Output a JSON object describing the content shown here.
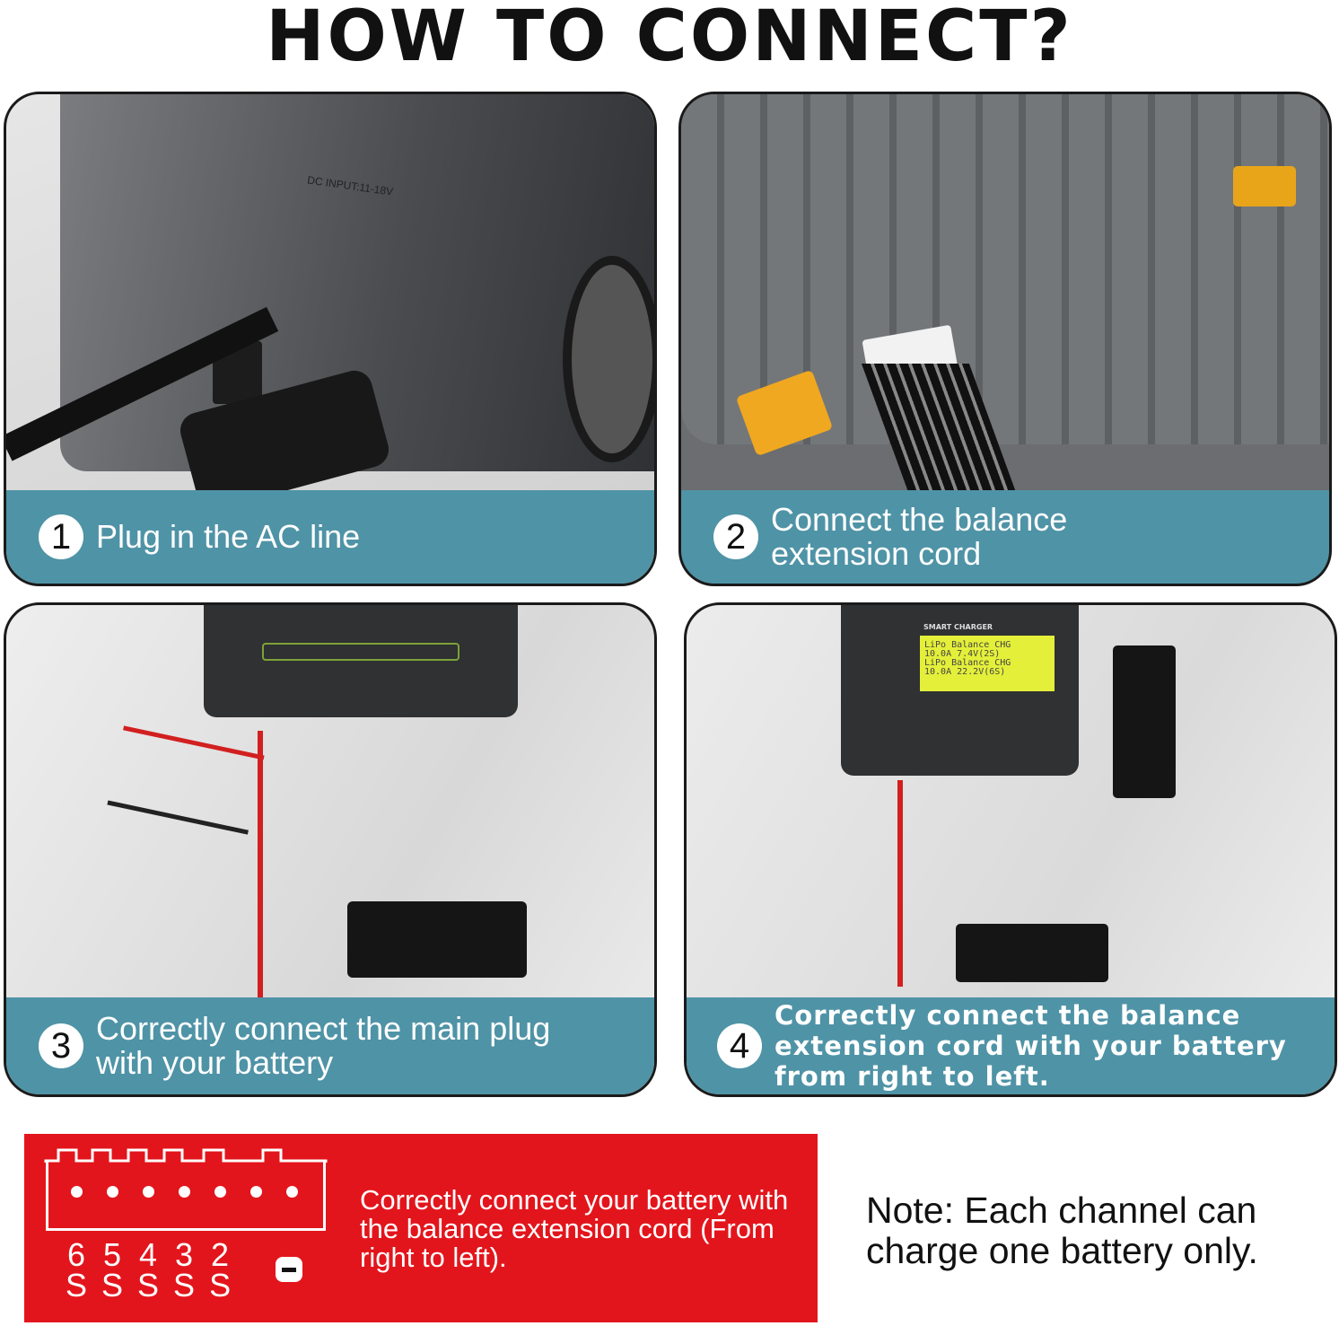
{
  "title": "HOW TO CONNECT?",
  "steps": [
    {
      "number": "1",
      "caption": "Plug in the AC line"
    },
    {
      "number": "2",
      "caption": "Connect the balance extension cord"
    },
    {
      "number": "3",
      "caption": "Correctly connect the main plug with your battery"
    },
    {
      "number": "4",
      "caption": "Correctly connect the balance extension cord with your battery from right to left."
    }
  ],
  "photo_labels": {
    "dc_input": "DC INPUT:11-18V",
    "lcd_title": "SMART CHARGER",
    "lcd_lines": [
      "LiPo Balance CHG",
      "10.0A   7.4V(2S)",
      "LiPo Balance CHG",
      "10.0A  22.2V(6S)"
    ]
  },
  "balance": {
    "pins": [
      {
        "n": "6",
        "s": "S"
      },
      {
        "n": "5",
        "s": "S"
      },
      {
        "n": "4",
        "s": "S"
      },
      {
        "n": "3",
        "s": "S"
      },
      {
        "n": "2",
        "s": "S"
      }
    ],
    "text": "Correctly connect your battery with the balance extension cord (From right to left)."
  },
  "note": "Note: Each channel can charge one battery only.",
  "colors": {
    "caption_bg": "#4f93a6",
    "red": "#e3151c"
  }
}
